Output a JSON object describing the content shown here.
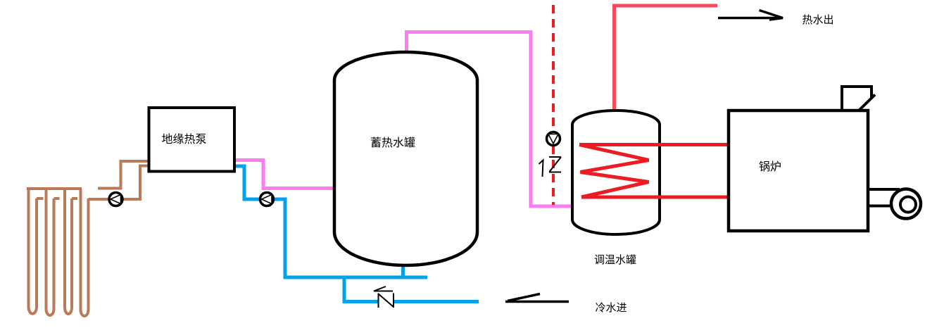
{
  "labels": {
    "heat_pump": "地缘热泵",
    "storage_tank": "蓄热水罐",
    "tempering_tank": "调温水罐",
    "boiler": "锅炉",
    "hot_water_out": "热水出",
    "cold_water_in": "冷水进"
  },
  "colors": {
    "ground_loop": "#B97A57",
    "heat_pump_supply": "#FC7CF2",
    "cold_water": "#00A2E8",
    "boiler_loop": "#EC1C24",
    "hot_water": "#F8485E",
    "outline": "#000000"
  }
}
